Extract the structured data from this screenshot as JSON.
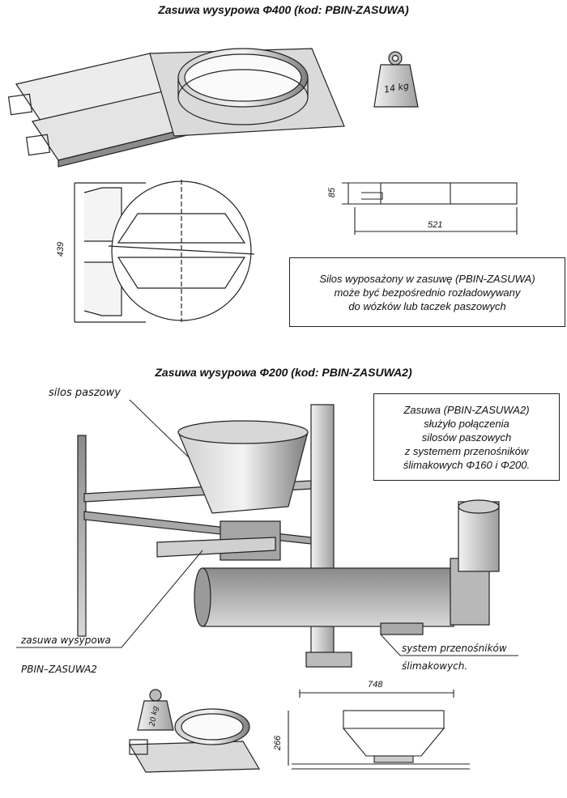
{
  "section1": {
    "title": "Zasuwa wysypowa Φ400 (kod: PBIN-ZASUWA)",
    "weight_label": "14 kg",
    "dimensions": {
      "height": "85",
      "length": "521",
      "diameter": "439"
    },
    "note": [
      "Silos wyposażony w zasuwę (PBIN-ZASUWA)",
      "może być bezpośrednio rozładowywany",
      "do wózków lub taczek paszowych"
    ]
  },
  "section2": {
    "title": "Zasuwa wysypowa Φ200 (kod: PBIN-ZASUWA2)",
    "note": [
      "Zasuwa (PBIN-ZASUWA2)",
      "służyło połączenia",
      "silosów paszowych",
      "z systemem przenośników",
      "ślimakowych Φ160 i Φ200."
    ],
    "callouts": {
      "silos": "silos paszowy",
      "zasuwa_line1": "zasuwa wysypowa",
      "zasuwa_line2": "PBIN–ZASUWA2",
      "system_line1": "system przenośników",
      "system_line2": "ślimakowych."
    },
    "weight_label": "20 kg",
    "dimensions": {
      "width": "748",
      "height": "266"
    }
  },
  "colors": {
    "metal_light": "#e6e6e6",
    "metal_mid": "#b5b5b5",
    "metal_dark": "#6d6d6d",
    "line": "#222222"
  }
}
